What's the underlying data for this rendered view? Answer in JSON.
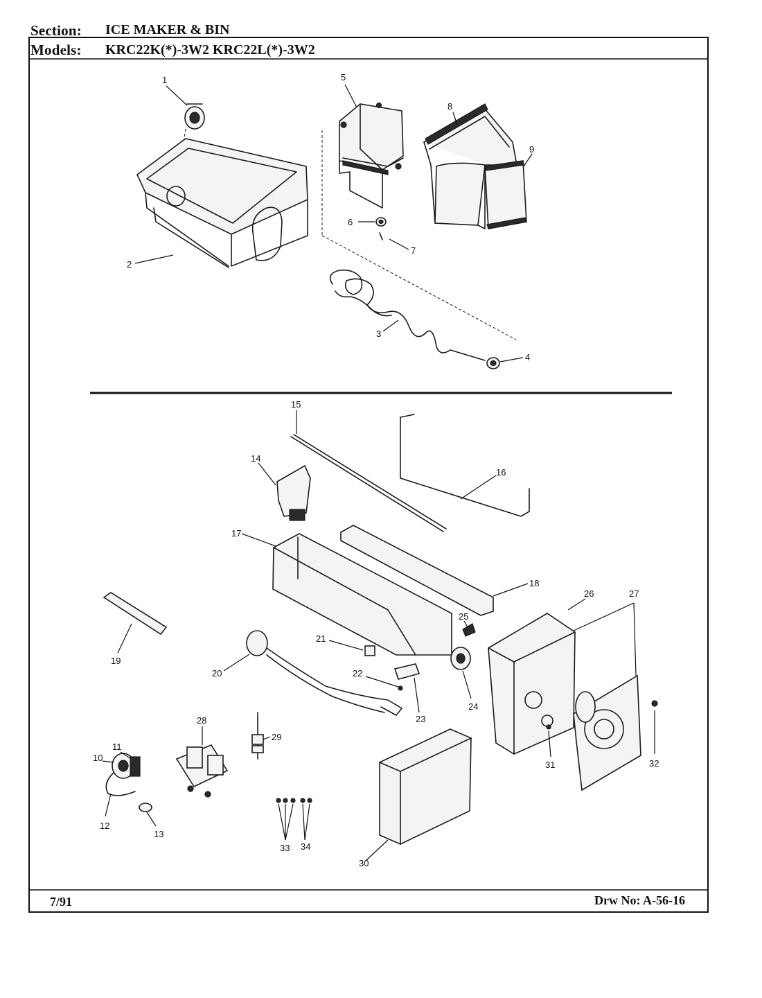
{
  "header": {
    "section_label": "Section:",
    "section_value": "ICE MAKER & BIN",
    "models_label": "Models:",
    "models_value": "KRC22K(*)-3W2  KRC22L(*)-3W2"
  },
  "footer": {
    "date": "7/91",
    "drawing_number": "Drw No: A-56-16"
  },
  "callouts": {
    "c1": "1",
    "c2": "2",
    "c3": "3",
    "c4": "4",
    "c5": "5",
    "c6": "6",
    "c7": "7",
    "c8": "8",
    "c9": "9",
    "c10": "10",
    "c11": "11",
    "c12": "12",
    "c13": "13",
    "c14": "14",
    "c15": "15",
    "c16": "16",
    "c17": "17",
    "c18": "18",
    "c19": "19",
    "c20": "20",
    "c21": "21",
    "c22": "22",
    "c23": "23",
    "c24": "24",
    "c25": "25",
    "c26": "26",
    "c27": "27",
    "c28": "28",
    "c29": "29",
    "c30": "30",
    "c31": "31",
    "c32": "32",
    "c33": "33",
    "c34": "34"
  }
}
